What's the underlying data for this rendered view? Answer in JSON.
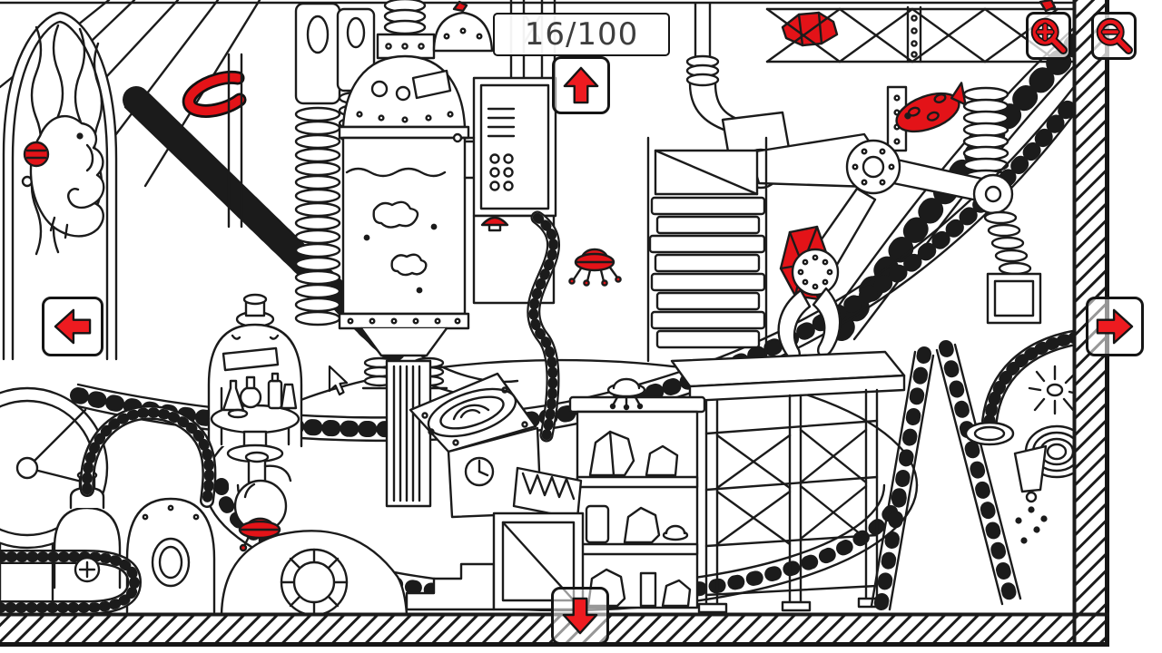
{
  "hud": {
    "counter": {
      "found": 16,
      "total": 100,
      "display": "16/100"
    },
    "buttons": {
      "up": "arrow-up-icon",
      "down": "arrow-down-icon",
      "left": "arrow-left-icon",
      "right": "arrow-right-icon",
      "zoom_in": "magnifier-plus-icon",
      "zoom_out": "magnifier-minus-icon"
    }
  },
  "colors": {
    "accent_red": "#e31318",
    "arrow_red": "#ee1b20",
    "line_art": "#1b1b1b",
    "counter_text": "#3e3e3e"
  },
  "scene": {
    "found_objects": [
      "red-ball-on-creature",
      "red-horseshoe-ring",
      "red-mushroom-button",
      "red-ufo-spider",
      "red-scrap-in-girders",
      "red-fish",
      "red-gem-in-robot-claw",
      "red-ufo-under-flask",
      "red-scrap-on-tank-top"
    ]
  }
}
